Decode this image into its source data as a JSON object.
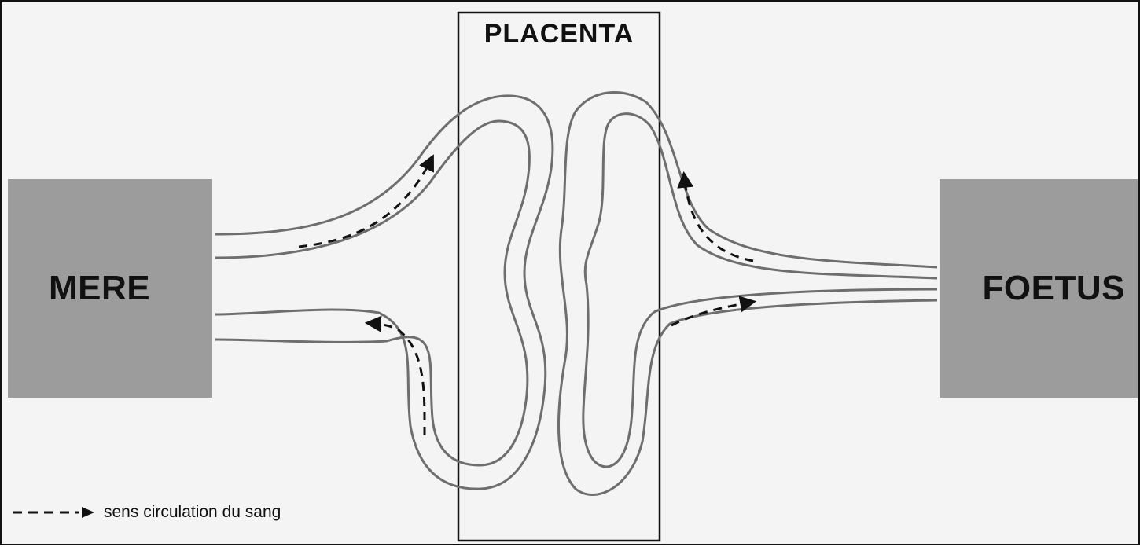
{
  "diagram": {
    "placenta_label": "PLACENTA",
    "mother_label": "MERE",
    "fetus_label": "FOETUS",
    "legend_text": "sens circulation du sang"
  },
  "colors": {
    "frame": "#111111",
    "background": "#f4f4f4",
    "box_fill": "#9c9c9c",
    "vessel_stroke": "#6e6e6e",
    "arrow": "#111111"
  }
}
